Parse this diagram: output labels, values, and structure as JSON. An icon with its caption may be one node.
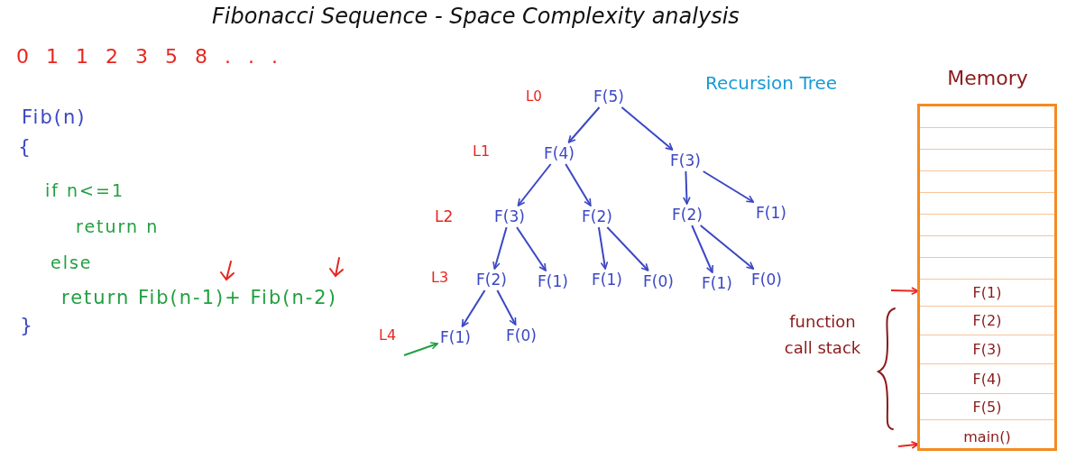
{
  "diagram": {
    "title": "Fibonacci Sequence - Space Complexity analysis",
    "nodes": [
      {
        "text": [
          "F(5)"
        ]
      },
      {
        "text": [
          "F(4)"
        ]
      },
      {
        "text": [
          "F(3)"
        ]
      },
      {
        "text": [
          "F(3)"
        ]
      },
      {
        "text": [
          "F(2)"
        ]
      },
      {
        "text": [
          "F(2)"
        ]
      },
      {
        "text": [
          "F(1)"
        ]
      },
      {
        "text": [
          "F(2)"
        ]
      },
      {
        "text": [
          "F(1)"
        ]
      },
      {
        "text": [
          "F(1)"
        ]
      },
      {
        "text": [
          "F(0)"
        ]
      },
      {
        "text": [
          "F(1)"
        ]
      },
      {
        "text": [
          "F(0)"
        ]
      },
      {
        "text": [
          "F(1)"
        ]
      },
      {
        "text": [
          "F(0)"
        ]
      },
      {
        "text": [
          "Memory"
        ]
      },
      {
        "text": [],
        "shape": "box",
        "in": 15
      },
      {
        "text": [],
        "shape": "box",
        "in": 15
      },
      {
        "text": [],
        "shape": "box",
        "in": 15
      },
      {
        "text": [],
        "shape": "box",
        "in": 15
      },
      {
        "text": [],
        "shape": "box",
        "in": 15
      },
      {
        "text": [],
        "shape": "box",
        "in": 15
      },
      {
        "text": [],
        "shape": "box",
        "in": 15
      },
      {
        "text": [],
        "shape": "box",
        "in": 15
      },
      {
        "text": [
          "F(1)"
        ],
        "in": 15
      },
      {
        "text": [
          "F(2)"
        ],
        "in": 15
      },
      {
        "text": [
          "F(3)"
        ],
        "in": 15
      },
      {
        "text": [
          "F(4)"
        ],
        "in": 15
      },
      {
        "text": [
          "F(5)"
        ],
        "in": 15
      },
      {
        "text": [
          "main()"
        ],
        "in": 15
      }
    ],
    "edges": [
      {
        "from": 0,
        "to": 1,
        "arrow": "to"
      },
      {
        "from": 0,
        "to": 2,
        "arrow": "to"
      },
      {
        "from": 1,
        "to": 3,
        "arrow": "to"
      },
      {
        "from": 1,
        "to": 4,
        "arrow": "to"
      },
      {
        "from": 2,
        "to": 5,
        "arrow": "to"
      },
      {
        "from": 2,
        "to": 6,
        "arrow": "to"
      },
      {
        "from": 3,
        "to": 7,
        "arrow": "to"
      },
      {
        "from": 3,
        "to": 8,
        "arrow": "to"
      },
      {
        "from": 4,
        "to": 9,
        "arrow": "to"
      },
      {
        "from": 4,
        "to": 10,
        "arrow": "to"
      },
      {
        "from": 5,
        "to": 11,
        "arrow": "to"
      },
      {
        "from": 5,
        "to": 12,
        "arrow": "to"
      },
      {
        "from": 7,
        "to": 13,
        "arrow": "to"
      },
      {
        "from": 7,
        "to": 14,
        "arrow": "to"
      },
      {
        "from": null,
        "to": 13,
        "arrow": "to",
        "color": "#22a040"
      },
      {
        "from": null,
        "to": 24,
        "arrow": "to",
        "color": "#e8261e"
      },
      {
        "from": null,
        "to": 29,
        "arrow": "to",
        "color": "#e8261e"
      }
    ],
    "labels": [
      "0 1 1 2 3 5 8 . . .",
      "Fib(n)",
      "{",
      "if n<=1",
      "return n",
      "else",
      "return Fib(n-1)+ Fib(n-2)",
      "}",
      "Recursion Tree",
      "L0",
      "L1",
      "L2",
      "L3",
      "L4",
      "function call stack"
    ]
  }
}
